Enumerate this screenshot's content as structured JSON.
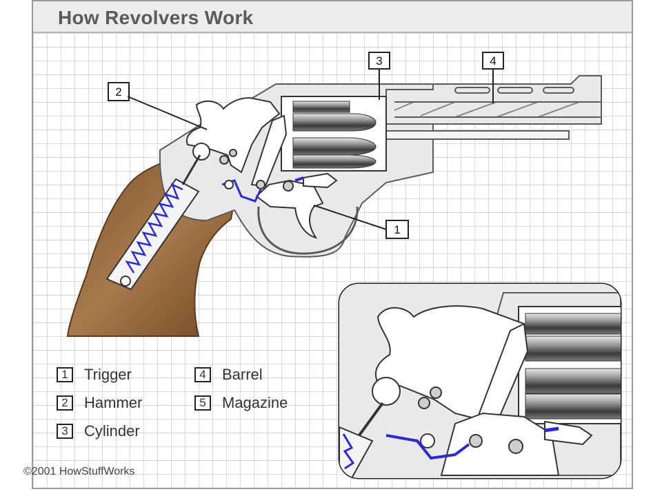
{
  "title": "How Revolvers Work",
  "callouts": [
    {
      "num": "1",
      "label": "Trigger"
    },
    {
      "num": "2",
      "label": "Hammer"
    },
    {
      "num": "3",
      "label": "Cylinder"
    },
    {
      "num": "4",
      "label": "Barrel"
    },
    {
      "num": "5",
      "label": "Magazine"
    }
  ],
  "copyright": "©2001 HowStuffWorks",
  "colors": {
    "grip": "#9a6a3c",
    "spring": "#2a2ad8",
    "gun_body": "#e9e9e9",
    "outline": "#5a5a5a",
    "grid": "#d9d9d9"
  }
}
